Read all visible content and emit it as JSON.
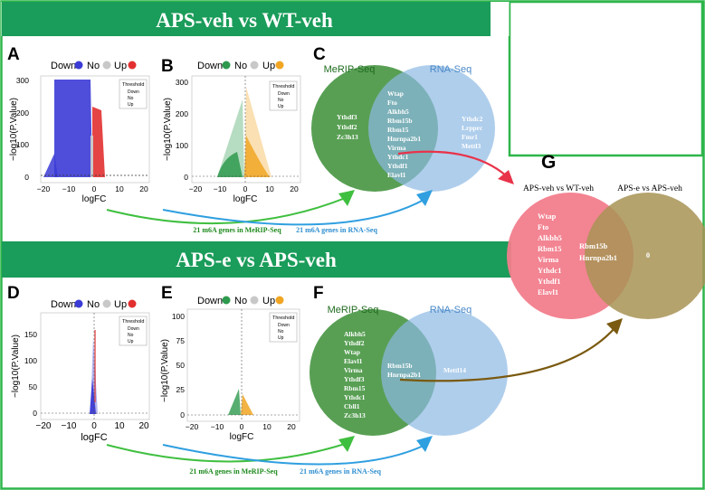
{
  "colors": {
    "green_band": "#1a9c5a",
    "frame": "#2db54a",
    "down_blue": "#3b3bd6",
    "up_red": "#e23030",
    "down_green": "#2e9a4e",
    "up_orange": "#f0a623",
    "venn_green": "#4f9a4b",
    "venn_blue": "#8db9e4",
    "venn_pink": "#f27d8c",
    "venn_olive": "#a89355",
    "arrow_green": "#3fbf3f",
    "arrow_blue": "#2f9fe0",
    "arrow_red": "#e8334a",
    "arrow_brown": "#7a5a10"
  },
  "top_section": {
    "title": "APS-veh vs WT-veh"
  },
  "bottom_section": {
    "title": "APS-e vs APS-veh"
  },
  "panels": {
    "A": {
      "letter": "A",
      "legend": {
        "down": "Down",
        "no": "No",
        "up": "Up"
      },
      "threshold": {
        "title": "Threshold",
        "down": "Down",
        "no": "No",
        "up": "Up"
      },
      "xlabel": "logFC",
      "ylabel": "−log10(P.Value)",
      "xticks": [
        "−20",
        "−10",
        "0",
        "10",
        "20"
      ],
      "yticks": [
        "0",
        "100",
        "200",
        "300"
      ]
    },
    "B": {
      "letter": "B",
      "legend": {
        "down": "Down",
        "no": "No",
        "up": "Up"
      },
      "threshold": {
        "title": "Threshold",
        "down": "Down",
        "no": "No",
        "up": "Up"
      },
      "xlabel": "logFC",
      "ylabel": "−log10(P.Value)",
      "xticks": [
        "−20",
        "−10",
        "0",
        "10",
        "20"
      ],
      "yticks": [
        "0",
        "100",
        "200",
        "300"
      ]
    },
    "C": {
      "letter": "C",
      "left_label": "MeRIP-Seq",
      "right_label": "RNA-Seq",
      "left_only": [
        "Ythdf3",
        "Ythdf2",
        "Zc3h13"
      ],
      "overlap": [
        "Wtap",
        "Fto",
        "Alkbh5",
        "Rbm15b",
        "Rbm15",
        "Hnrnpa2b1",
        "Virma",
        "Ythdc1",
        "Ythdf1",
        "Elavl1"
      ],
      "right_only": [
        "Ythdc2",
        "Lrpprc",
        "Fmr1",
        "Mettl3"
      ],
      "merip_caption": "21 m6A genes in MeRIP-Seq",
      "rna_caption": "21 m6A genes in RNA-Seq"
    },
    "D": {
      "letter": "D",
      "legend": {
        "down": "Down",
        "no": "No",
        "up": "Up"
      },
      "threshold": {
        "title": "Threshold",
        "down": "Down",
        "no": "No",
        "up": "Up"
      },
      "xlabel": "logFC",
      "ylabel": "−log10(P.Value)",
      "xticks": [
        "−20",
        "−10",
        "0",
        "10",
        "20"
      ],
      "yticks": [
        "0",
        "50",
        "100",
        "150"
      ]
    },
    "E": {
      "letter": "E",
      "legend": {
        "down": "Down",
        "no": "No",
        "up": "Up"
      },
      "threshold": {
        "title": "Threshold",
        "down": "Down",
        "no": "No",
        "up": "Up"
      },
      "xlabel": "logFC",
      "ylabel": "−log10(P.Value)",
      "xticks": [
        "−20",
        "−10",
        "0",
        "10",
        "20"
      ],
      "yticks": [
        "0",
        "25",
        "50",
        "75",
        "100"
      ]
    },
    "F": {
      "letter": "F",
      "left_label": "MeRIP-Seq",
      "right_label": "RNA-Seq",
      "left_only": [
        "Alkbh5",
        "Ythdf2",
        "Wtap",
        "Elavl1",
        "Virma",
        "Ythdf3",
        "Rbm15",
        "Ythdc1",
        "Cbll1",
        "Zc3h13"
      ],
      "overlap": [
        "Rbm15b",
        "Hnrnpa2b1"
      ],
      "right_only": [
        "Mettl14"
      ],
      "merip_caption": "21 m6A genes in MeRIP-Seq",
      "rna_caption": "21 m6A genes in RNA-Seq"
    },
    "G": {
      "letter": "G",
      "left_label": "APS-veh vs WT-veh",
      "right_label": "APS-e vs APS-veh",
      "left_only": [
        "Wtap",
        "Fto",
        "Alkbh5",
        "Rbm15",
        "Virma",
        "Ythdc1",
        "Ythdf1",
        "Elavl1"
      ],
      "overlap": [
        "Rbm15b",
        "Hnrnpa2b1"
      ],
      "right_only": [
        "0"
      ]
    }
  }
}
